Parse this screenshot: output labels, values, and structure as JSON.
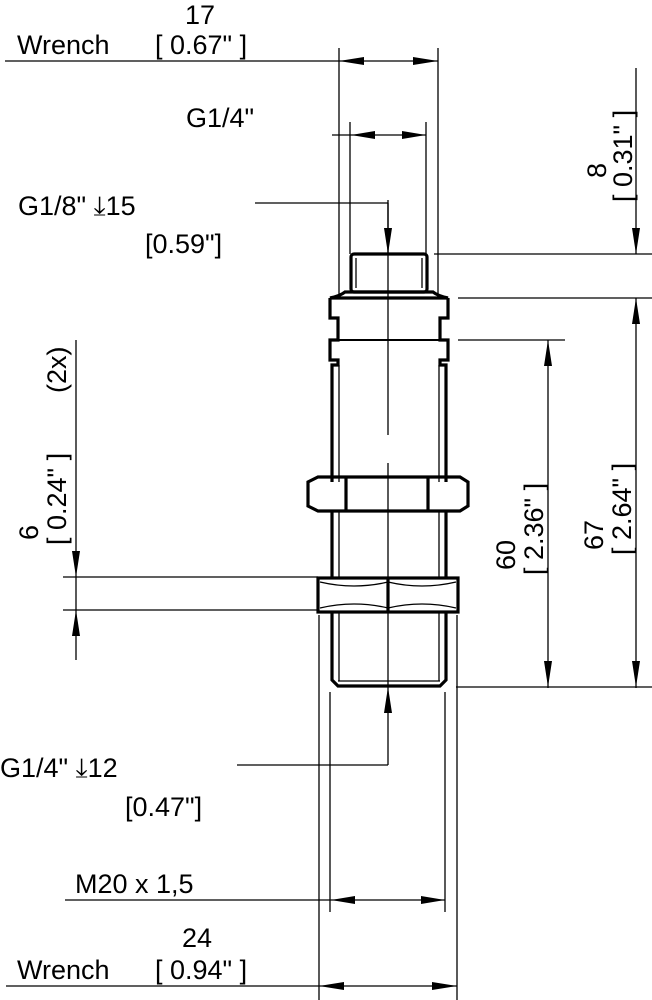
{
  "drawing": {
    "type": "technical-dimension-drawing",
    "units": {
      "primary": "mm",
      "secondary": "inch"
    },
    "colors": {
      "line": "#000000",
      "background": "#ffffff"
    }
  },
  "dimensions": {
    "wrench_top": {
      "value": "17",
      "label": "Wrench",
      "inch": "[ 0.67\" ]"
    },
    "thread_top": {
      "label": "G1/4\""
    },
    "port_top": {
      "label": "G1/8\" ⌧ 15",
      "text": "G1/8\"",
      "depth_symbol": "⤓",
      "depth": "15",
      "inch": "[0.59\"]"
    },
    "height_top": {
      "value": "8",
      "inch": "[ 0.31\" ]"
    },
    "nut_thickness": {
      "value": "6",
      "inch": "[ 0.24\" ]",
      "note": "(2x)"
    },
    "length_60": {
      "value": "60",
      "inch": "[ 2.36\" ]"
    },
    "length_67": {
      "value": "67",
      "inch": "[ 2.64\" ]"
    },
    "port_bottom": {
      "text": "G1/4\"",
      "depth_symbol": "⤓",
      "depth": "12",
      "inch": "[0.47\"]"
    },
    "thread_bottom": {
      "label": "M20 x 1,5"
    },
    "wrench_bottom": {
      "value": "24",
      "label": "Wrench",
      "inch": "[ 0.94\" ]"
    }
  }
}
